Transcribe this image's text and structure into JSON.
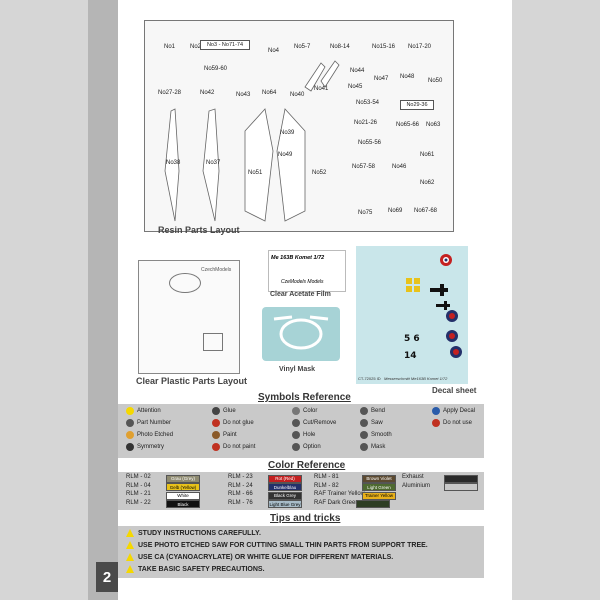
{
  "page_number": "2",
  "resin": {
    "caption": "Resin Parts Layout",
    "parts": [
      "No1",
      "No2",
      "No3 - No71-74",
      "No4",
      "No5-7",
      "No8-14",
      "No15-16",
      "No17-20",
      "No59-60",
      "No44",
      "No47",
      "No48",
      "No50",
      "No27-28",
      "No42",
      "No43",
      "No64",
      "No40",
      "No41",
      "No45",
      "No53-54",
      "No29-36",
      "No21-26",
      "No65-66",
      "No63",
      "No39",
      "No38",
      "No37",
      "No49",
      "No51",
      "No52",
      "No55-56",
      "No61",
      "No57-58",
      "No46",
      "No62",
      "No75",
      "No69",
      "No67-68"
    ]
  },
  "clear_plastic": {
    "caption": "Clear Plastic Parts Layout",
    "logo": "CzechModels"
  },
  "acetate": {
    "caption": "Clear Acetate Film",
    "title": "Me 163B Komet 1/72",
    "brand": "CzeModels Models"
  },
  "vinyl": {
    "caption": "Vinyl Mask"
  },
  "decal": {
    "caption": "Decal sheet",
    "footer": "Messerschmitt Me163B Komet 1/72",
    "code": "CT-72025 ID"
  },
  "symbols": {
    "title": "Symbols Reference",
    "items": [
      {
        "label": "Attention",
        "color": "#f5d800"
      },
      {
        "label": "Part Number",
        "color": "#555555"
      },
      {
        "label": "Photo Etched",
        "color": "#e0a030"
      },
      {
        "label": "Symmetry",
        "color": "#333333"
      },
      {
        "label": "Glue",
        "color": "#444444"
      },
      {
        "label": "Do not glue",
        "color": "#c03020"
      },
      {
        "label": "Paint",
        "color": "#8a5a2a"
      },
      {
        "label": "Do not paint",
        "color": "#c03020"
      },
      {
        "label": "Color",
        "color": "#777777"
      },
      {
        "label": "Cut/Remove",
        "color": "#555555"
      },
      {
        "label": "Hole",
        "color": "#555555"
      },
      {
        "label": "Option",
        "color": "#555555"
      },
      {
        "label": "Bend",
        "color": "#555555"
      },
      {
        "label": "Saw",
        "color": "#555555"
      },
      {
        "label": "Smooth",
        "color": "#555555"
      },
      {
        "label": "Mask",
        "color": "#555555"
      },
      {
        "label": "Apply Decal",
        "color": "#2a5caa"
      },
      {
        "label": "Do not use",
        "color": "#c03020"
      }
    ]
  },
  "colors": {
    "title": "Color Reference",
    "rows": [
      {
        "code": "RLM - 02",
        "name": "Grau (Grey)",
        "color": "#8e8a70",
        "text": "#fff"
      },
      {
        "code": "RLM - 04",
        "name": "Gelb (Yellow)",
        "color": "#e8c21a",
        "text": "#000"
      },
      {
        "code": "RLM - 21",
        "name": "White",
        "color": "#ffffff",
        "text": "#000"
      },
      {
        "code": "RLM - 22",
        "name": "Black",
        "color": "#111111",
        "text": "#fff"
      },
      {
        "code": "RLM - 23",
        "name": "Rot (Red)",
        "color": "#c42020",
        "text": "#fff"
      },
      {
        "code": "RLM - 24",
        "name": "Dunkelblau",
        "color": "#24306a",
        "text": "#fff"
      },
      {
        "code": "RLM - 66",
        "name": "Black Grey",
        "color": "#333333",
        "text": "#fff"
      },
      {
        "code": "RLM - 76",
        "name": "Light Blue Grey",
        "color": "#a8bcc8",
        "text": "#000"
      },
      {
        "code": "RLM - 81",
        "name": "Brown Violet",
        "color": "#5c4a30",
        "text": "#fff"
      },
      {
        "code": "RLM - 82",
        "name": "Light Green",
        "color": "#4e6a30",
        "text": "#fff"
      },
      {
        "code": "RAF Trainer Yellow",
        "name": "Trainer Yellow",
        "color": "#e8b01a",
        "text": "#000"
      },
      {
        "code": "RAF Dark Green",
        "name": "RAF Dark Green",
        "color": "#2e3e24",
        "text": "#fff"
      },
      {
        "code": "Exhaust",
        "name": "Exhaust",
        "color": "#2a2a2a",
        "text": "#fff"
      },
      {
        "code": "Aluminium",
        "name": "Aluminium",
        "color": "#c8c8c8",
        "text": "#000"
      }
    ]
  },
  "tips": {
    "title": "Tips and tricks",
    "items": [
      "STUDY INSTRUCTIONS CAREFULLY.",
      "USE PHOTO ETCHED SAW FOR CUTTING SMALL THIN PARTS FROM SUPPORT TREE.",
      "USE CA (CYANOACRYLATE) OR WHITE GLUE FOR DIFFERENT MATERIALS.",
      "TAKE BASIC SAFETY PRECAUTIONS."
    ]
  }
}
